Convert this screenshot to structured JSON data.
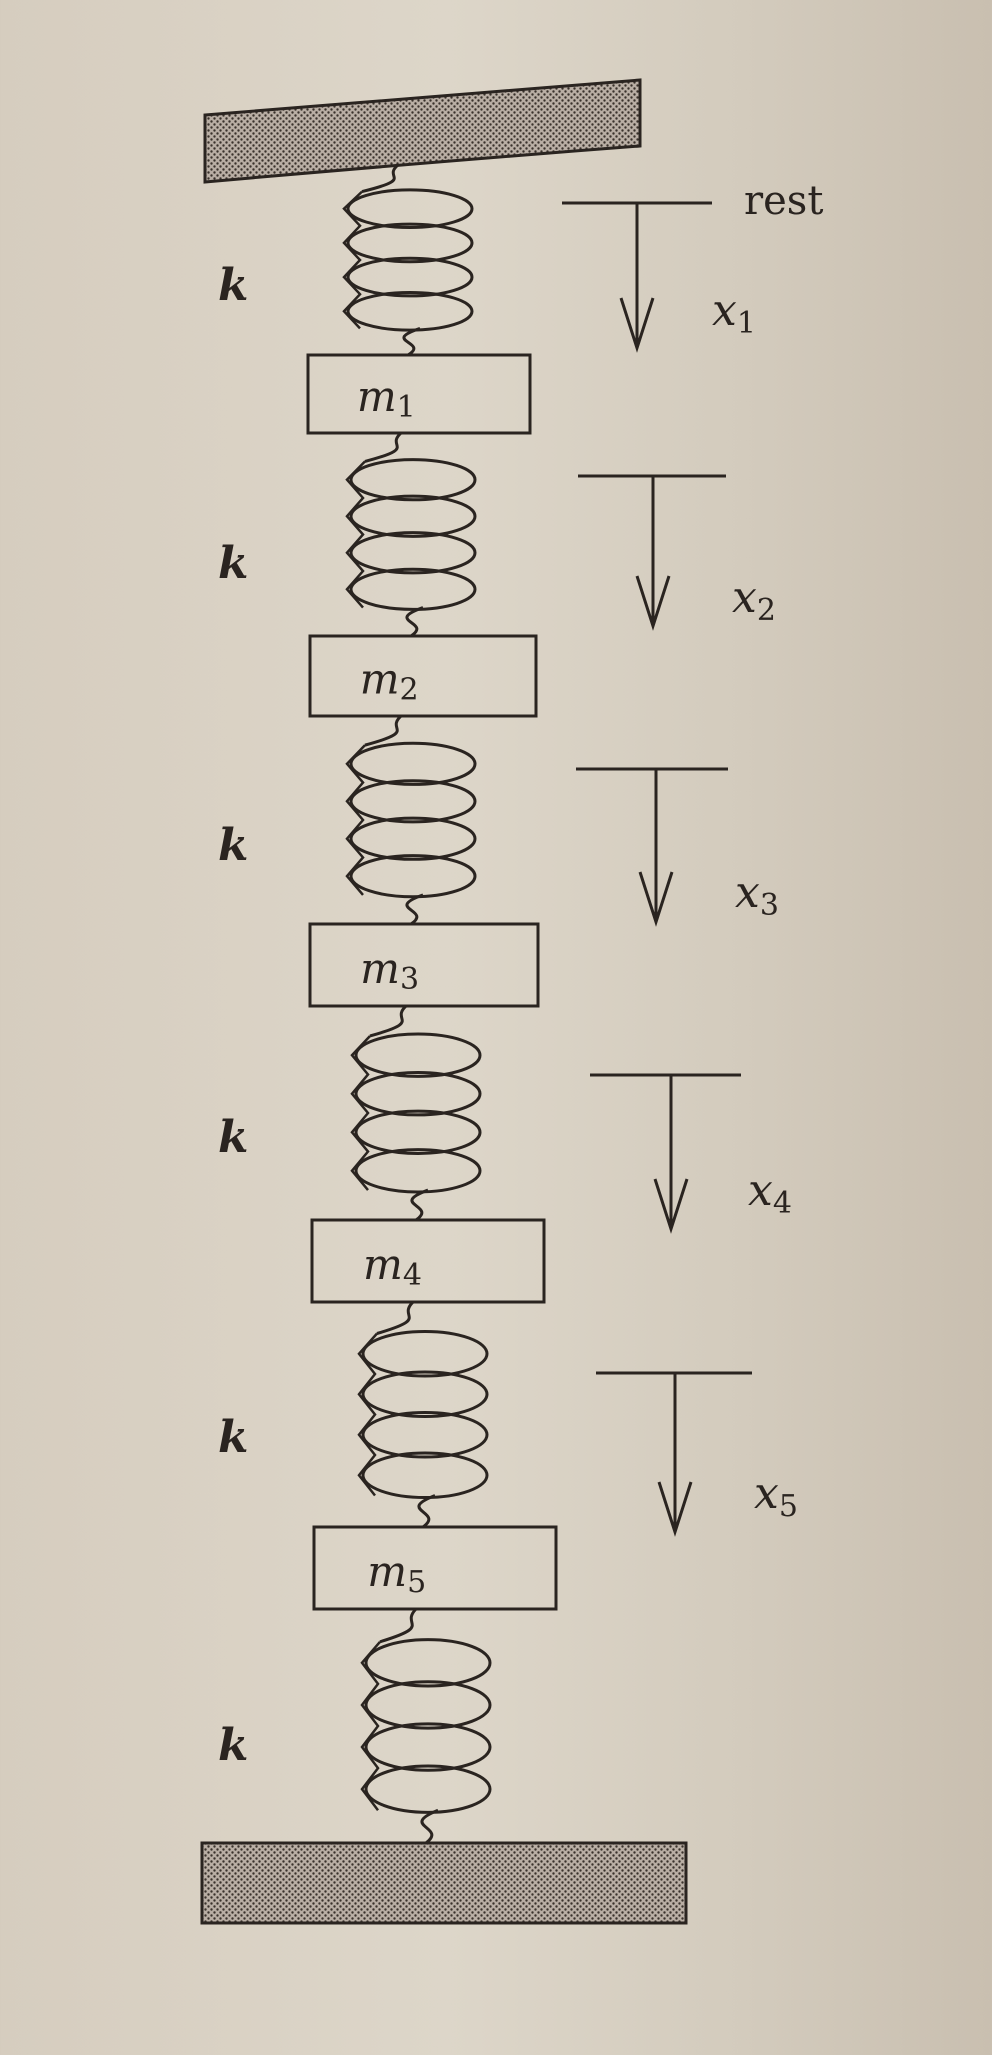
{
  "diagram": {
    "rest_label": "rest",
    "spring_label": "k",
    "masses": [
      {
        "name": "m",
        "sub": "1"
      },
      {
        "name": "m",
        "sub": "2"
      },
      {
        "name": "m",
        "sub": "3"
      },
      {
        "name": "m",
        "sub": "4"
      },
      {
        "name": "m",
        "sub": "5"
      }
    ],
    "displacements": [
      {
        "name": "x",
        "sub": "1"
      },
      {
        "name": "x",
        "sub": "2"
      },
      {
        "name": "x",
        "sub": "3"
      },
      {
        "name": "x",
        "sub": "4"
      },
      {
        "name": "x",
        "sub": "5"
      }
    ],
    "colors": {
      "ink": "#2a2420",
      "support_fill": "#9a8f86"
    }
  }
}
